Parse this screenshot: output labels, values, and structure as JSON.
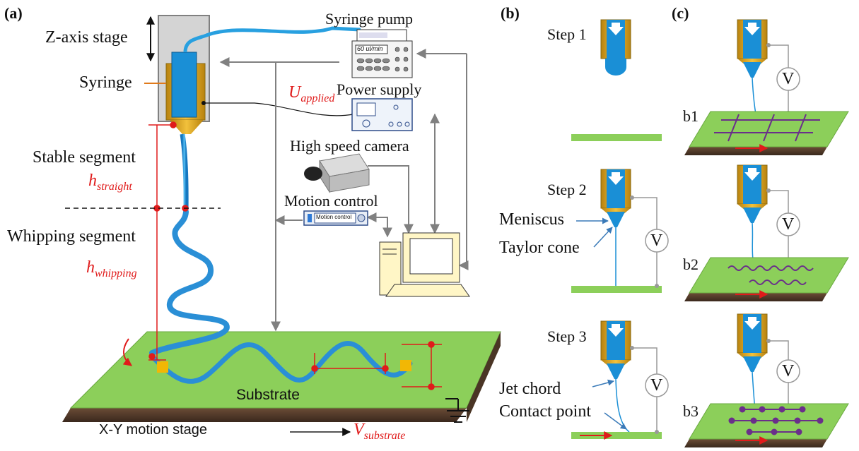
{
  "panels": {
    "a": "(a)",
    "b": "(b)",
    "c": "(c)"
  },
  "labels_a": {
    "z_axis_stage": "Z-axis stage",
    "syringe": "Syringe",
    "syringe_pump": "Syringe pump",
    "pump_display": "60 ul/min",
    "power_supply": "Power supply",
    "u_main": "U",
    "u_sub": "applied",
    "high_speed_camera": "High speed camera",
    "motion_control": "Motion control",
    "motion_control_box": "Motion control",
    "stable_segment": "Stable segment",
    "h_straight_main": "h",
    "h_straight_sub": "straight",
    "whipping_segment": "Whipping segment",
    "h_whipping_main": "h",
    "h_whipping_sub": "whipping",
    "substrate": "Substrate",
    "xy_stage": "X-Y motion stage",
    "v_main": "V",
    "v_sub": "substrate"
  },
  "labels_b": {
    "step1": "Step 1",
    "step2": "Step 2",
    "step3": "Step 3",
    "meniscus": "Meniscus",
    "taylor_cone": "Taylor cone",
    "jet_chord": "Jet chord",
    "contact_point": "Contact point",
    "voltmeter": "V"
  },
  "labels_c": {
    "b1": "b1",
    "b2": "b2",
    "b3": "b3",
    "voltmeter": "V"
  },
  "colors": {
    "accent_red": "#e01b1b",
    "fluid_blue": "#1a8fd6",
    "substrate_green": "#8ccf5a",
    "soil_brown": "#5a4030",
    "nozzle_gold": "#d9a21b",
    "pattern_purple": "#6a2f8a",
    "arrow_gray": "#808080"
  }
}
